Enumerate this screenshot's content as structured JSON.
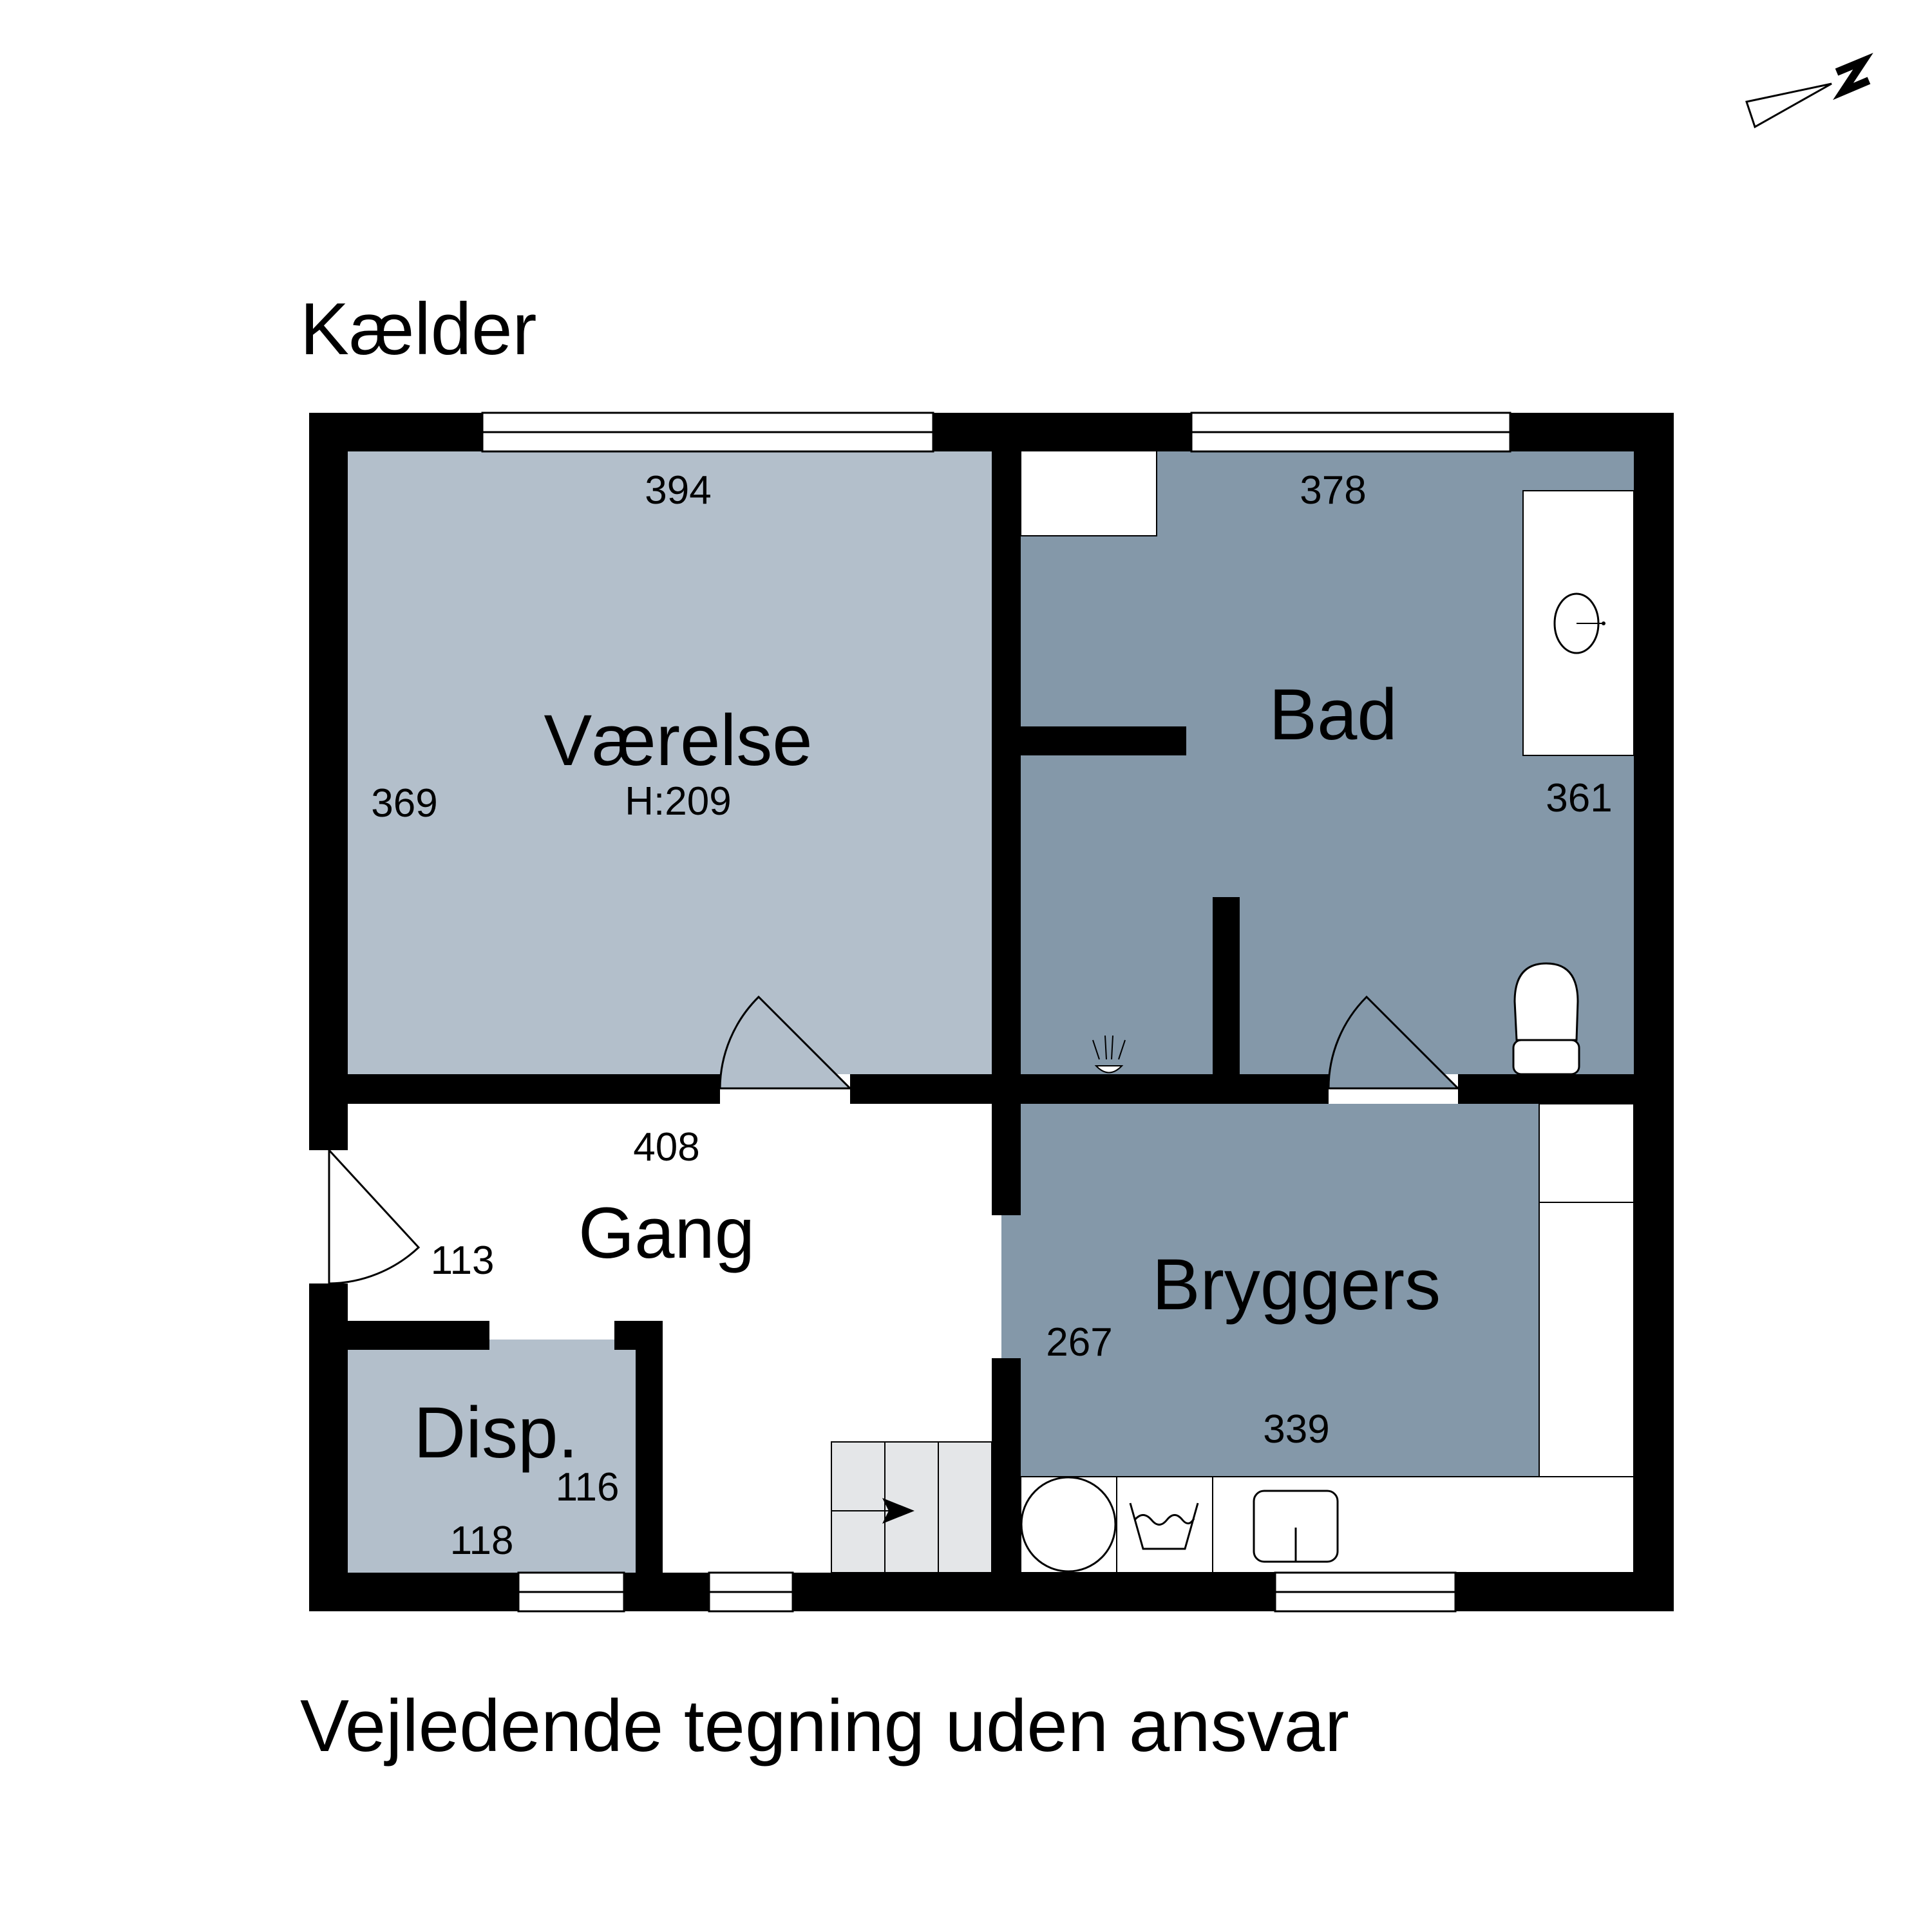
{
  "title": "Kælder",
  "footer": "Vejledende tegning uden ansvar",
  "compass": {
    "label": "N",
    "icon": "north-arrow-icon"
  },
  "colors": {
    "wall": "#000000",
    "room_light": "#b3bfcb",
    "room_dark": "#8498a9",
    "stairs": "#e4e6e8",
    "background": "#ffffff"
  },
  "rooms": [
    {
      "id": "vaerelse",
      "name": "Værelse",
      "height_label": "H:209",
      "dims": [
        "394",
        "369"
      ]
    },
    {
      "id": "bad",
      "name": "Bad",
      "dims": [
        "378",
        "361"
      ]
    },
    {
      "id": "gang",
      "name": "Gang",
      "dims": [
        "408",
        "113"
      ]
    },
    {
      "id": "bryggers",
      "name": "Bryggers",
      "dims": [
        "267",
        "339"
      ]
    },
    {
      "id": "disp",
      "name": "Disp.",
      "dims": [
        "116",
        "118"
      ]
    }
  ],
  "fixtures": [
    "sink",
    "toilet",
    "shower",
    "washing-machine",
    "laundry-tub",
    "utility-sink",
    "stairs"
  ]
}
